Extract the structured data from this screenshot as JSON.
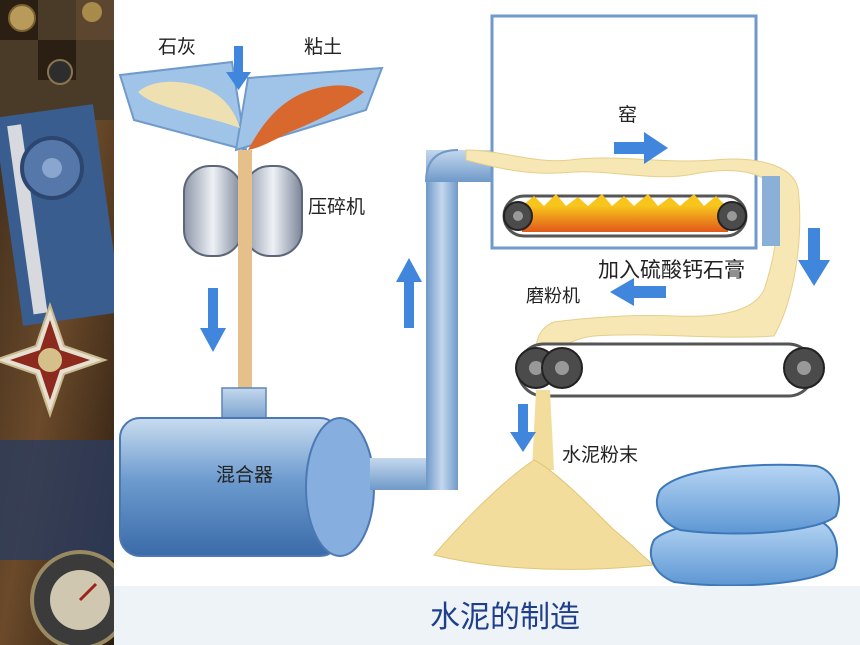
{
  "labels": {
    "lime": "石灰",
    "clay": "粘土",
    "crusher": "压碎机",
    "kiln": "窑",
    "gypsum": "加入硫酸钙石膏",
    "grinder": "磨粉机",
    "mixer": "混合器",
    "cement_powder": "水泥粉末"
  },
  "caption": "水泥的制造",
  "colors": {
    "flow_arrow": "#3f86dc",
    "pipe": "#8ab0d8",
    "material": "#f7e7b4",
    "clay": "#d9682e",
    "fire": "#f08a1a",
    "title": "#1f3f8c"
  },
  "icons": [
    "down-arrow-icon",
    "up-arrow-icon",
    "right-arrow-icon",
    "left-arrow-icon",
    "cement-bag-icon"
  ]
}
